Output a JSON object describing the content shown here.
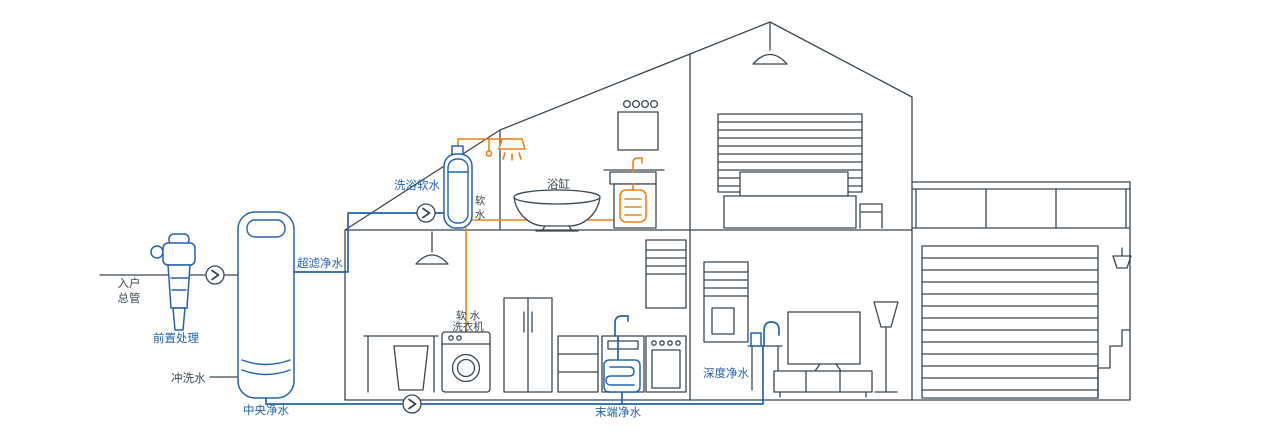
{
  "colors": {
    "outline": "#3A4750",
    "accent_blue": "#2263AE",
    "accent_orange": "#EC8013",
    "background": "#FFFFFF"
  },
  "icons": {
    "flow_arrow": "❯"
  },
  "labels": {
    "inlet_main_line1": "入户",
    "inlet_main_line2": "总管",
    "pre_treatment": "前置处理",
    "central_purifier": "中央净水",
    "flush_water": "冲洗水",
    "ultrafiltration": "超滤净水",
    "bath_softener": "洗浴软水",
    "soft_water_char1": "软",
    "soft_water_char2": "水",
    "bathtub": "浴缸",
    "soft_water_washer_line1": "软 水",
    "soft_water_washer_line2": "洗衣机",
    "terminal_purifier": "末端净水",
    "deep_purifier": "深度净水"
  }
}
